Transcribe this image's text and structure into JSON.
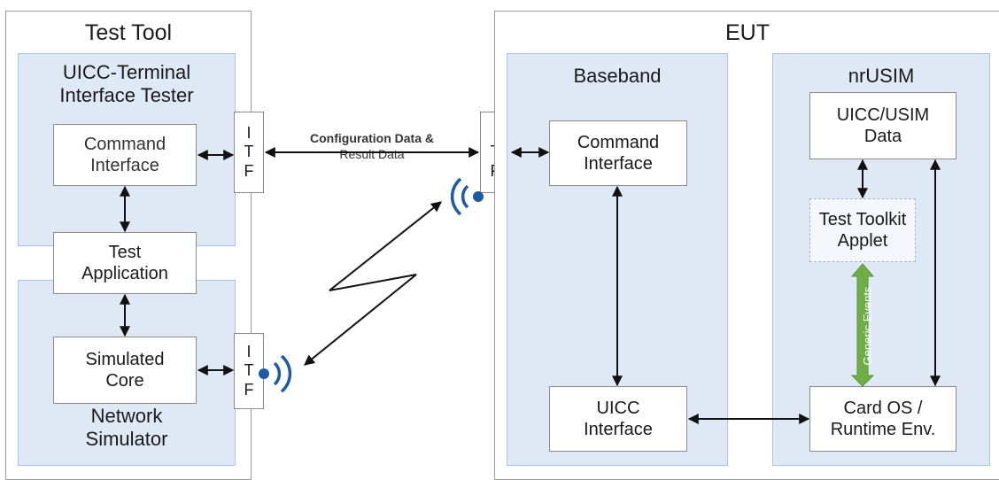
{
  "test_tool": {
    "title": "Test Tool",
    "uicc_tester_title": "UICC-Terminal Interface Tester",
    "command_interface": "Command Interface",
    "test_application": "Test Application",
    "simulated_core": "Simulated Core",
    "network_simulator_title": "Network Simulator"
  },
  "itf": {
    "letters": [
      "I",
      "T",
      "F"
    ]
  },
  "link_label": {
    "line1": "Configuration Data &",
    "line2": "Result Data"
  },
  "eut": {
    "title": "EUT",
    "baseband": {
      "title": "Baseband",
      "command_interface": "Command Interface",
      "uicc_interface": "UICC Interface"
    },
    "nrusim": {
      "title": "nrUSIM",
      "data": "UICC/USIM Data",
      "applet": "Test Toolkit Applet",
      "events": "Generic Events",
      "card_os": "Card OS / Runtime Env."
    }
  },
  "colors": {
    "panel_fill": "#dfe9f6",
    "signal_blue": "#1f5aa6",
    "event_green": "#70ad47"
  }
}
